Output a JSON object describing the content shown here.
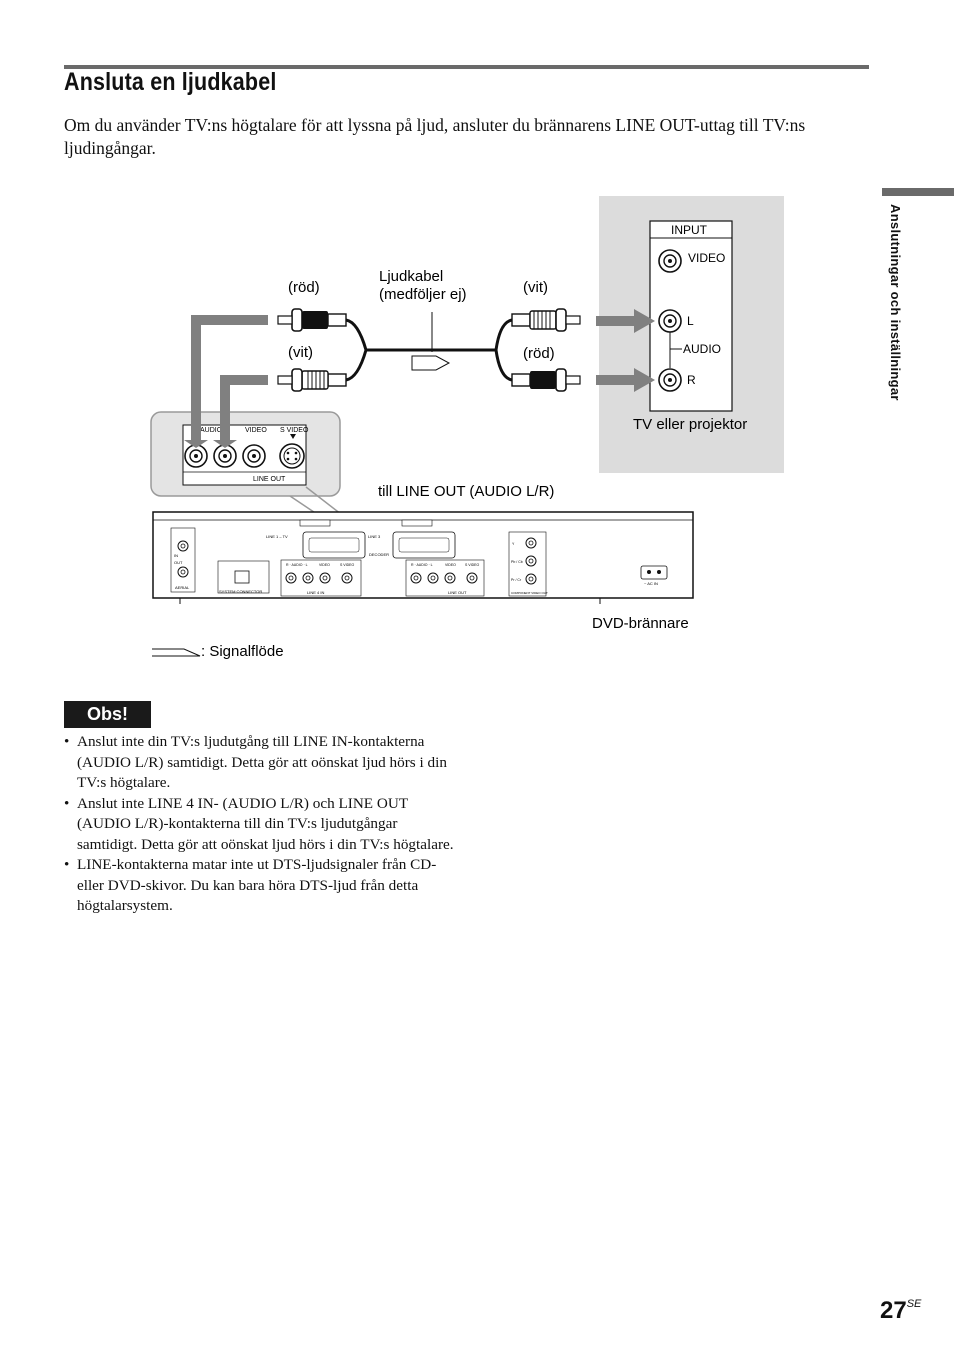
{
  "heading": "Ansluta en ljudkabel",
  "intro": "Om du använder TV:ns högtalare för att lyssna på ljud, ansluter du brännarens LINE OUT-uttag till TV:ns ljudingångar.",
  "sidebar_label": "Anslutningar och inställningar",
  "diagram": {
    "label_red_top": "(röd)",
    "label_white_bottom": "(vit)",
    "cable_label_line1": "Ljudkabel",
    "cable_label_line2": "(medföljer ej)",
    "label_white_top": "(vit)",
    "label_red_bottom": "(röd)",
    "tv_input": "INPUT",
    "tv_video": "VIDEO",
    "tv_l": "L",
    "tv_audio": "AUDIO",
    "tv_r": "R",
    "tv_caption": "TV eller projektor",
    "zoom_audio": "AUDIO",
    "zoom_video": "VIDEO",
    "zoom_svideo": "S VIDEO",
    "zoom_lineout": "LINE OUT",
    "till_line_out": "till LINE OUT (AUDIO L/R)",
    "dvd_caption": "DVD-brännare",
    "signal_legend": ": Signalflöde",
    "rear_line1_tv": "LINE 1 – TV",
    "rear_line3": "LINE 3",
    "rear_decoder": "DECODER",
    "rear_line4_in": "LINE 4 IN",
    "rear_line_out": "LINE OUT",
    "rear_aerial": "AERIAL",
    "rear_system_connector": "SYSTEM CONNECTOR",
    "rear_component": "COMPONENT VIDEO OUT",
    "rear_ac_in": "~ AC IN",
    "rear_in": "IN",
    "rear_out": "OUT",
    "rear_audio_lr": "R · AUDIO · L",
    "rear_video": "VIDEO",
    "rear_svideo": "S VIDEO",
    "rear_y": "Y",
    "rear_pb": "Pb / Cb",
    "rear_pr": "Pr / Cr"
  },
  "obs_label": "Obs!",
  "notes": [
    "Anslut inte din TV:s ljudutgång till LINE IN-kontakterna (AUDIO L/R) samtidigt. Detta gör att oönskat ljud hörs i din TV:s högtalare.",
    "Anslut inte LINE 4 IN- (AUDIO L/R) och LINE OUT (AUDIO L/R)-kontakterna till din TV:s ljudutgångar samtidigt. Detta gör att oönskat ljud hörs i din TV:s högtalare.",
    "LINE-kontakterna matar inte ut DTS-ljudsignaler från CD- eller DVD-skivor. Du kan bara höra DTS-ljud från detta högtalarsystem."
  ],
  "page_number": "27",
  "page_suffix": "SE"
}
